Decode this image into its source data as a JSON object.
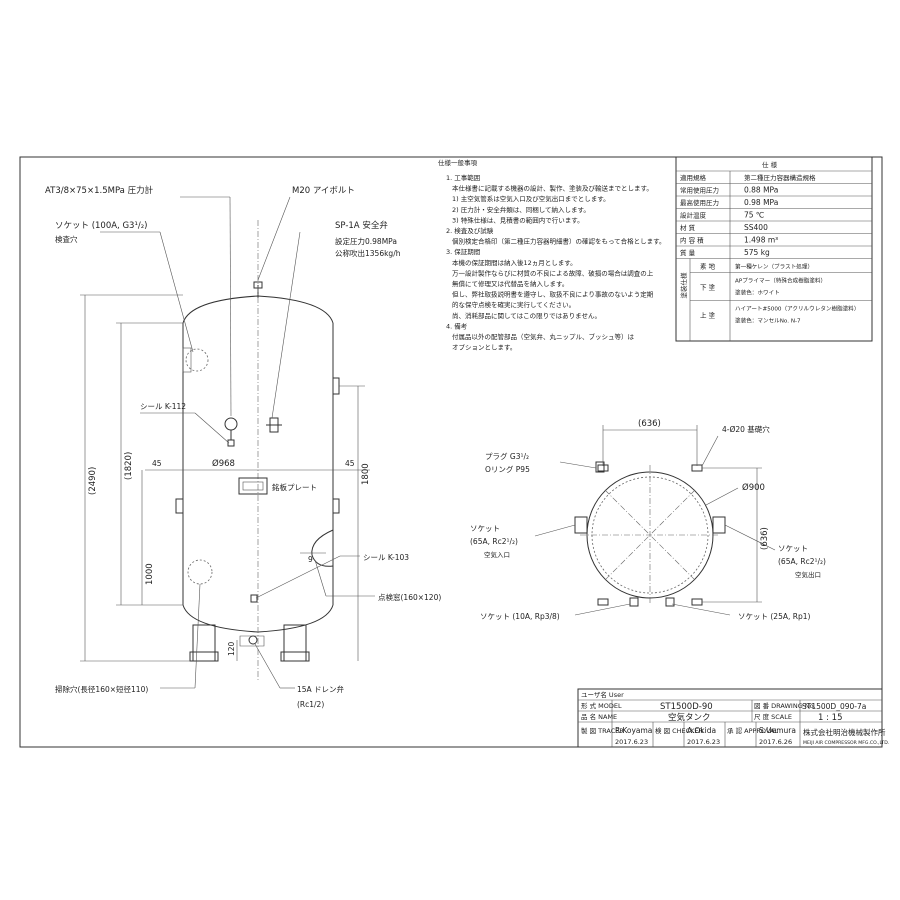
{
  "left_view": {
    "gauge_label": "AT3/8×75×1.5MPa 圧力計",
    "eyebolt_label": "M20 アイボルト",
    "socket_label": "ソケット (100A, G3¹/₂)",
    "inspection_label": "検査穴",
    "safety_valve_label": "SP-1A 安全弁",
    "set_pressure": "設定圧力0.98MPa",
    "rated_flow": "公称吹出1356kg/h",
    "seal_k112": "シール K-112",
    "seal_k103": "シール K-103",
    "nameplate": "銘板プレート",
    "inspect_window": "点検窓(160×120)",
    "cleaning_hole": "掃除穴(長径160×短径110)",
    "drain_label": "15A ドレン弁",
    "drain_sub": "(Rc1/2)",
    "dims": {
      "h_total": "(2490)",
      "h_body": "(1820)",
      "h_1800": "1800",
      "h_1000": "1000",
      "h_120": "120",
      "dia": "Ø968",
      "left_45": "45",
      "right_45": "45",
      "nine": "9"
    }
  },
  "notes": {
    "heading": "仕様一般事項",
    "lines": [
      "1. 工事範囲",
      "本仕様書に記載する機器の設計、製作、塗装及び輸送までとします。",
      "1) 主空気管系は空気入口及び空気出口までとします。",
      "2) 圧力計・安全弁類は、同梱して納入します。",
      "3) 特殊仕様は、見積書の範囲内で行います。",
      "2. 検査及び試験",
      "個別検定合格印（第二種圧力容器明細書）の確認をもって合格とします。",
      "3. 保証期間",
      "本機の保証期間は納入後12ヵ月とします。",
      "万一設計製作ならびに材質の不良による故障、破損の場合は調査の上",
      "無償にて修理又は代替品を納入します。",
      "但し、弊社取扱説明書を遵守し、取扱不良により事故のないよう定期",
      "的な保守点検を確実に実行してください。",
      "尚、消耗部品に関してはこの限りではありません。",
      "4. 備考",
      "付属品以外の配管部品（空気弁、丸ニップル、ブッシュ等）は",
      "オプションとします。"
    ]
  },
  "spec": {
    "header": "仕  様",
    "rows": [
      {
        "label": "適用規格",
        "value": "第二種圧力容器構造規格"
      },
      {
        "label": "常用使用圧力",
        "value": "0.88 MPa"
      },
      {
        "label": "最高使用圧力",
        "value": "0.98 MPa"
      },
      {
        "label": "設計温度",
        "value": "75 ℃"
      },
      {
        "label": "材  質",
        "value": "SS400"
      },
      {
        "label": "内 容 積",
        "value": "1.498 m³"
      },
      {
        "label": "質  量",
        "value": "575 kg"
      }
    ],
    "paint_group": "塗装仕様",
    "paint": [
      {
        "label": "素 地",
        "value": "第一種ケレン（ブラスト処理）",
        "value2": ""
      },
      {
        "label": "下 塗",
        "value": "APプライマー（特殊合成樹脂塗料）",
        "value2": "塗装色：ホワイト"
      },
      {
        "label": "上 塗",
        "value": "ハイアート#5000（アクリルウレタン樹脂塗料）",
        "value2": "塗装色：マンセルNo. N-7"
      }
    ]
  },
  "top_view": {
    "dim_636_top": "(636)",
    "dim_636_side": "(636)",
    "holes": "4-Ø20 基礎穴",
    "dia_900": "Ø900",
    "plug": "プラグ G3¹/₂",
    "oring": "Oリング P95",
    "socket_in": "ソケット",
    "socket_in_spec": "(65A, Rc2¹/₂)",
    "air_in": "空気入口",
    "socket_out": "ソケット",
    "socket_out_spec": "(65A, Rc2¹/₂)",
    "air_out": "空気出口",
    "socket_10a": "ソケット (10A, Rp3/8)",
    "socket_25a": "ソケット (25A, Rp1)"
  },
  "title_block": {
    "user_label": "ユーザ名 User",
    "model_label": "形 式 MODEL",
    "model_value": "ST1500D-90",
    "drawing_label": "図 番 DRAWING No.",
    "drawing_value": "ST1500D_090-7a",
    "name_label": "品 名 NAME",
    "name_value": "空気タンク",
    "scale_label": "尺 度 SCALE",
    "scale_value": "1 : 15",
    "tracer_label": "製 図 TRACER",
    "tracer_name": "R.Koyama",
    "tracer_date": "2017.6.23",
    "checker_label": "検 図 CHECKER",
    "checker_name": "A.Okida",
    "checker_date": "2017.6.23",
    "approval_label": "承 認 APPROVAL",
    "approval_name": "S.Uemura",
    "approval_date": "2017.6.26",
    "company": "株式会社明治機械製作所",
    "company_en": "MEIJI AIR COMPRESSOR MFG.CO.,LTD."
  }
}
